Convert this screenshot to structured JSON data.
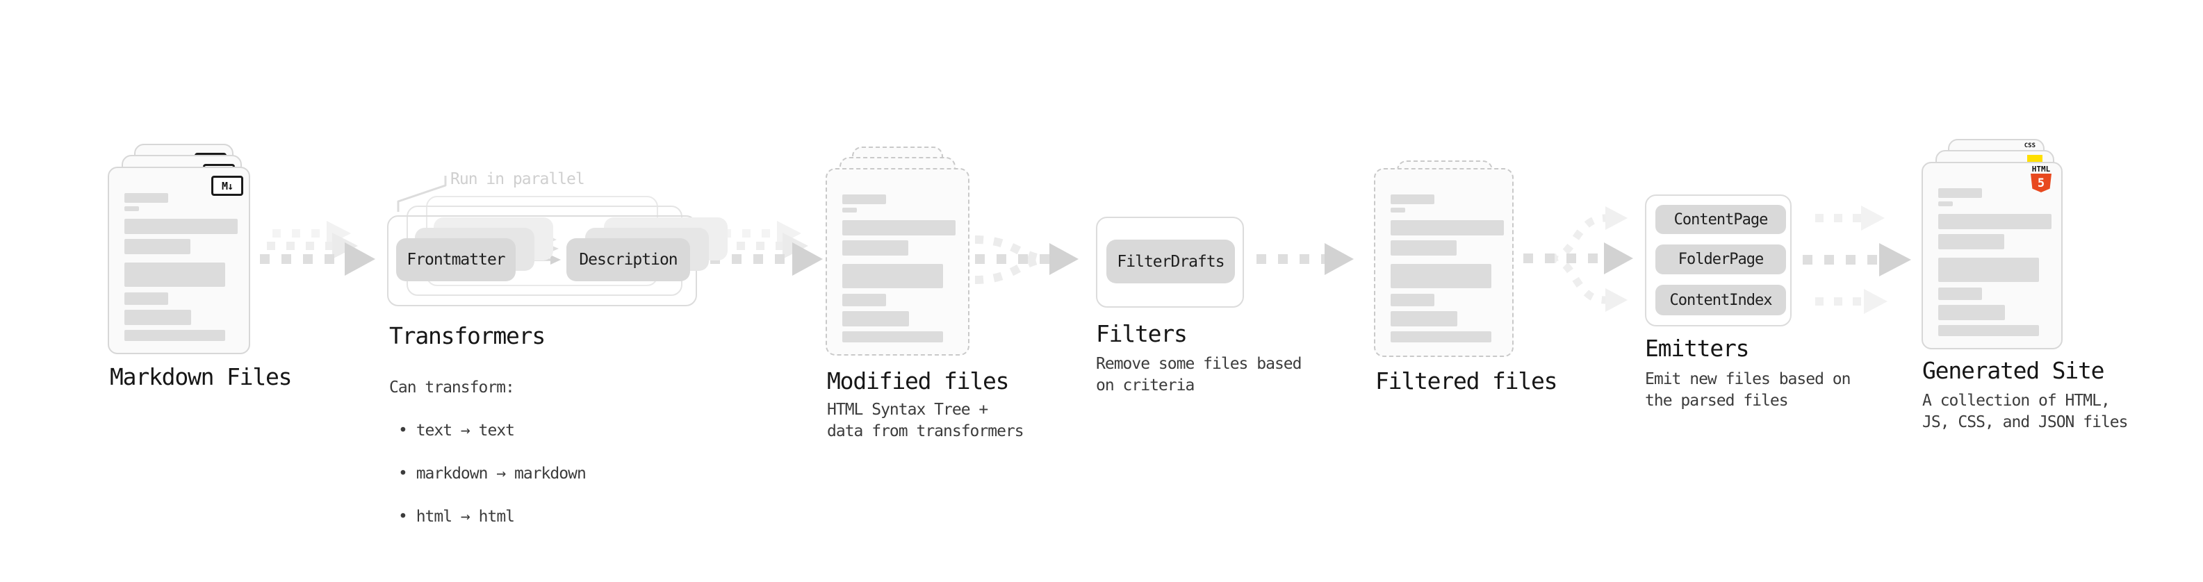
{
  "stages": [
    {
      "title": "Markdown Files",
      "badge": "M↓"
    },
    {
      "title": "Transformers",
      "annotation": "Run in parallel",
      "pills": [
        "Frontmatter",
        "Description"
      ],
      "desc_heading": "Can transform:",
      "bullets": [
        "• text → text",
        "• markdown → markdown",
        "• html → html"
      ]
    },
    {
      "title": "Modified files",
      "description": "HTML Syntax Tree +\ndata from transformers"
    },
    {
      "title": "Filters",
      "pills": [
        "FilterDrafts"
      ],
      "description": "Remove some files based\non criteria"
    },
    {
      "title": "Filtered files"
    },
    {
      "title": "Emitters",
      "pills": [
        "ContentPage",
        "FolderPage",
        "ContentIndex"
      ],
      "description": "Emit new files based on\nthe parsed files"
    },
    {
      "title": "Generated Site",
      "description": "A collection of HTML,\nJS, CSS, and JSON files",
      "file_badges": {
        "css": "CSS",
        "html_label": "HTML",
        "html_number": "5"
      }
    }
  ],
  "colors": {
    "html5_orange": "#e8491f",
    "js_yellow": "#ffdf00",
    "css_blue": "#2f6bf0",
    "pill_gray": "#d9d9d9",
    "annotation_gray": "#cfcfcf"
  }
}
